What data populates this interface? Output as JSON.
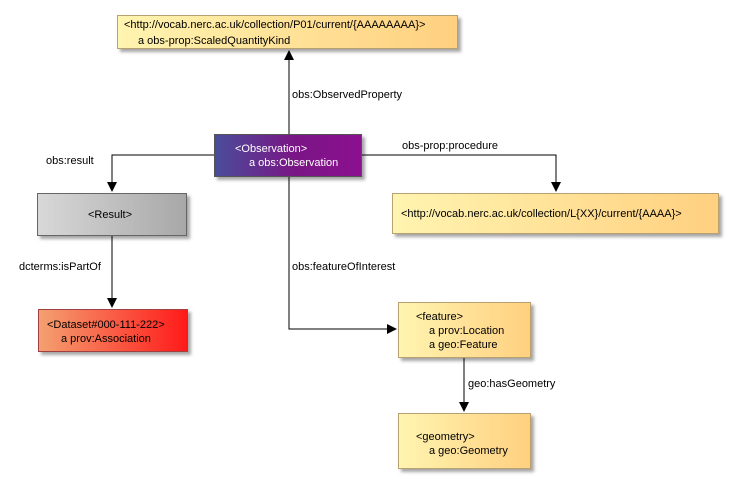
{
  "nodes": {
    "scaled_quantity_kind": {
      "line1": "<http://vocab.nerc.ac.uk/collection/P01/current/{AAAAAAAA}>",
      "line2": "a obs-prop:ScaledQuantityKind"
    },
    "observation": {
      "line1": "<Observation>",
      "line2": "a obs:Observation"
    },
    "result": {
      "line1": "<Result>"
    },
    "dataset": {
      "line1": "<Dataset#000-111-222>",
      "line2": "a prov:Association"
    },
    "procedure": {
      "line1": "<http://vocab.nerc.ac.uk/collection/L{XX}/current/{AAAA}>"
    },
    "feature": {
      "line1": "<feature>",
      "line2": "a prov:Location",
      "line3": "a geo:Feature"
    },
    "geometry": {
      "line1": "<geometry>",
      "line2": "a geo:Geometry"
    }
  },
  "edges": {
    "observed_property": "obs:ObservedProperty",
    "result": "obs:result",
    "procedure": "obs-prop:procedure",
    "is_part_of": "dcterms:isPartOf",
    "feature_of_interest": "obs:featureOfInterest",
    "has_geometry": "geo:hasGeometry"
  }
}
